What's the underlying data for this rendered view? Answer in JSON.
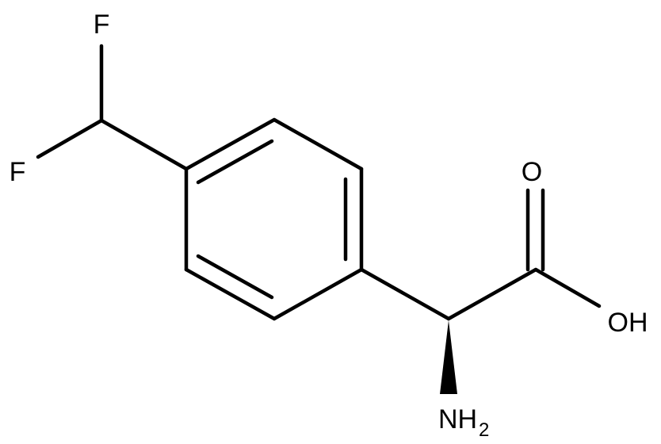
{
  "molecule": {
    "atoms": {
      "f_top": "F",
      "f_left": "F",
      "oxygen_carbonyl": "O",
      "hydroxyl": "OH",
      "amine_main": "NH",
      "amine_subscript": "2"
    },
    "stereo_bond": "wedge",
    "colors": {
      "ink": "#000000",
      "background": "#ffffff"
    }
  }
}
